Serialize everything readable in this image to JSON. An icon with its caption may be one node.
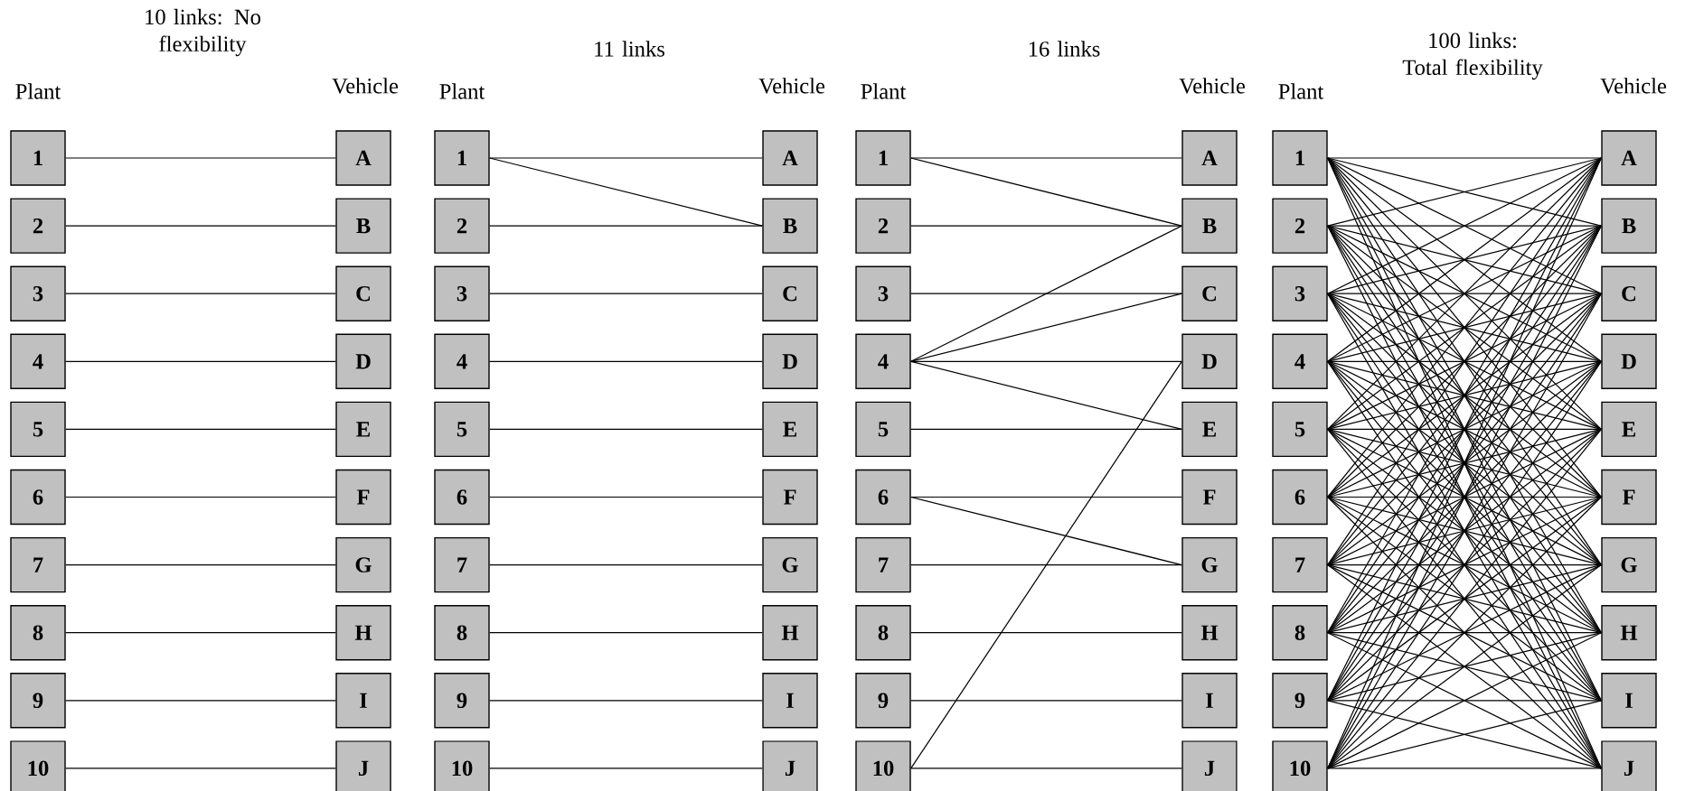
{
  "diagram": {
    "nodes": [
      {
        "text": [
          "1"
        ]
      },
      {
        "text": [
          "2"
        ]
      },
      {
        "text": [
          "3"
        ]
      },
      {
        "text": [
          "4"
        ]
      },
      {
        "text": [
          "5"
        ]
      },
      {
        "text": [
          "6"
        ]
      },
      {
        "text": [
          "7"
        ]
      },
      {
        "text": [
          "8"
        ]
      },
      {
        "text": [
          "9"
        ]
      },
      {
        "text": [
          "10"
        ]
      },
      {
        "text": [
          "A"
        ]
      },
      {
        "text": [
          "B"
        ]
      },
      {
        "text": [
          "C"
        ]
      },
      {
        "text": [
          "D"
        ]
      },
      {
        "text": [
          "E"
        ]
      },
      {
        "text": [
          "F"
        ]
      },
      {
        "text": [
          "G"
        ]
      },
      {
        "text": [
          "H"
        ]
      },
      {
        "text": [
          "I"
        ]
      },
      {
        "text": [
          "J"
        ]
      },
      {
        "text": [
          "1"
        ]
      },
      {
        "text": [
          "2"
        ]
      },
      {
        "text": [
          "3"
        ]
      },
      {
        "text": [
          "4"
        ]
      },
      {
        "text": [
          "5"
        ]
      },
      {
        "text": [
          "6"
        ]
      },
      {
        "text": [
          "7"
        ]
      },
      {
        "text": [
          "8"
        ]
      },
      {
        "text": [
          "9"
        ]
      },
      {
        "text": [
          "10"
        ]
      },
      {
        "text": [
          "A"
        ]
      },
      {
        "text": [
          "B"
        ]
      },
      {
        "text": [
          "C"
        ]
      },
      {
        "text": [
          "D"
        ]
      },
      {
        "text": [
          "E"
        ]
      },
      {
        "text": [
          "F"
        ]
      },
      {
        "text": [
          "G"
        ]
      },
      {
        "text": [
          "H"
        ]
      },
      {
        "text": [
          "I"
        ]
      },
      {
        "text": [
          "J"
        ]
      },
      {
        "text": [
          "1"
        ]
      },
      {
        "text": [
          "2"
        ]
      },
      {
        "text": [
          "3"
        ]
      },
      {
        "text": [
          "4"
        ]
      },
      {
        "text": [
          "5"
        ]
      },
      {
        "text": [
          "6"
        ]
      },
      {
        "text": [
          "7"
        ]
      },
      {
        "text": [
          "8"
        ]
      },
      {
        "text": [
          "9"
        ]
      },
      {
        "text": [
          "10"
        ]
      },
      {
        "text": [
          "A"
        ]
      },
      {
        "text": [
          "B"
        ]
      },
      {
        "text": [
          "C"
        ]
      },
      {
        "text": [
          "D"
        ]
      },
      {
        "text": [
          "E"
        ]
      },
      {
        "text": [
          "F"
        ]
      },
      {
        "text": [
          "G"
        ]
      },
      {
        "text": [
          "H"
        ]
      },
      {
        "text": [
          "I"
        ]
      },
      {
        "text": [
          "J"
        ]
      },
      {
        "text": [
          "1"
        ]
      },
      {
        "text": [
          "2"
        ]
      },
      {
        "text": [
          "3"
        ]
      },
      {
        "text": [
          "4"
        ]
      },
      {
        "text": [
          "5"
        ]
      },
      {
        "text": [
          "6"
        ]
      },
      {
        "text": [
          "7"
        ]
      },
      {
        "text": [
          "8"
        ]
      },
      {
        "text": [
          "9"
        ]
      },
      {
        "text": [
          "10"
        ]
      },
      {
        "text": [
          "A"
        ]
      },
      {
        "text": [
          "B"
        ]
      },
      {
        "text": [
          "C"
        ]
      },
      {
        "text": [
          "D"
        ]
      },
      {
        "text": [
          "E"
        ]
      },
      {
        "text": [
          "F"
        ]
      },
      {
        "text": [
          "G"
        ]
      },
      {
        "text": [
          "H"
        ]
      },
      {
        "text": [
          "I"
        ]
      },
      {
        "text": [
          "J"
        ]
      }
    ],
    "edges": [
      {
        "from": 0,
        "to": 10,
        "arrow": "none"
      },
      {
        "from": 1,
        "to": 11,
        "arrow": "none"
      },
      {
        "from": 2,
        "to": 12,
        "arrow": "none"
      },
      {
        "from": 3,
        "to": 13,
        "arrow": "none"
      },
      {
        "from": 4,
        "to": 14,
        "arrow": "none"
      },
      {
        "from": 5,
        "to": 15,
        "arrow": "none"
      },
      {
        "from": 6,
        "to": 16,
        "arrow": "none"
      },
      {
        "from": 7,
        "to": 17,
        "arrow": "none"
      },
      {
        "from": 8,
        "to": 18,
        "arrow": "none"
      },
      {
        "from": 9,
        "to": 19,
        "arrow": "none"
      },
      {
        "from": 20,
        "to": 30,
        "arrow": "none"
      },
      {
        "from": 20,
        "to": 31,
        "arrow": "none"
      },
      {
        "from": 21,
        "to": 31,
        "arrow": "none"
      },
      {
        "from": 22,
        "to": 32,
        "arrow": "none"
      },
      {
        "from": 23,
        "to": 33,
        "arrow": "none"
      },
      {
        "from": 24,
        "to": 34,
        "arrow": "none"
      },
      {
        "from": 25,
        "to": 35,
        "arrow": "none"
      },
      {
        "from": 26,
        "to": 36,
        "arrow": "none"
      },
      {
        "from": 27,
        "to": 37,
        "arrow": "none"
      },
      {
        "from": 28,
        "to": 38,
        "arrow": "none"
      },
      {
        "from": 29,
        "to": 39,
        "arrow": "none"
      },
      {
        "from": 40,
        "to": 50,
        "arrow": "none"
      },
      {
        "from": 40,
        "to": 51,
        "arrow": "none"
      },
      {
        "from": 41,
        "to": 51,
        "arrow": "none"
      },
      {
        "from": 42,
        "to": 52,
        "arrow": "none"
      },
      {
        "from": 43,
        "to": 51,
        "arrow": "none"
      },
      {
        "from": 43,
        "to": 52,
        "arrow": "none"
      },
      {
        "from": 43,
        "to": 53,
        "arrow": "none"
      },
      {
        "from": 43,
        "to": 54,
        "arrow": "none"
      },
      {
        "from": 44,
        "to": 54,
        "arrow": "none"
      },
      {
        "from": 45,
        "to": 55,
        "arrow": "none"
      },
      {
        "from": 45,
        "to": 56,
        "arrow": "none"
      },
      {
        "from": 46,
        "to": 56,
        "arrow": "none"
      },
      {
        "from": 47,
        "to": 57,
        "arrow": "none"
      },
      {
        "from": 48,
        "to": 58,
        "arrow": "none"
      },
      {
        "from": 49,
        "to": 53,
        "arrow": "none"
      },
      {
        "from": 49,
        "to": 59,
        "arrow": "none"
      },
      {
        "from": 60,
        "to": 70,
        "arrow": "none"
      },
      {
        "from": 60,
        "to": 71,
        "arrow": "none"
      },
      {
        "from": 60,
        "to": 72,
        "arrow": "none"
      },
      {
        "from": 60,
        "to": 73,
        "arrow": "none"
      },
      {
        "from": 60,
        "to": 74,
        "arrow": "none"
      },
      {
        "from": 60,
        "to": 75,
        "arrow": "none"
      },
      {
        "from": 60,
        "to": 76,
        "arrow": "none"
      },
      {
        "from": 60,
        "to": 77,
        "arrow": "none"
      },
      {
        "from": 60,
        "to": 78,
        "arrow": "none"
      },
      {
        "from": 60,
        "to": 79,
        "arrow": "none"
      },
      {
        "from": 61,
        "to": 70,
        "arrow": "none"
      },
      {
        "from": 61,
        "to": 71,
        "arrow": "none"
      },
      {
        "from": 61,
        "to": 72,
        "arrow": "none"
      },
      {
        "from": 61,
        "to": 73,
        "arrow": "none"
      },
      {
        "from": 61,
        "to": 74,
        "arrow": "none"
      },
      {
        "from": 61,
        "to": 75,
        "arrow": "none"
      },
      {
        "from": 61,
        "to": 76,
        "arrow": "none"
      },
      {
        "from": 61,
        "to": 77,
        "arrow": "none"
      },
      {
        "from": 61,
        "to": 78,
        "arrow": "none"
      },
      {
        "from": 61,
        "to": 79,
        "arrow": "none"
      },
      {
        "from": 62,
        "to": 70,
        "arrow": "none"
      },
      {
        "from": 62,
        "to": 71,
        "arrow": "none"
      },
      {
        "from": 62,
        "to": 72,
        "arrow": "none"
      },
      {
        "from": 62,
        "to": 73,
        "arrow": "none"
      },
      {
        "from": 62,
        "to": 74,
        "arrow": "none"
      },
      {
        "from": 62,
        "to": 75,
        "arrow": "none"
      },
      {
        "from": 62,
        "to": 76,
        "arrow": "none"
      },
      {
        "from": 62,
        "to": 77,
        "arrow": "none"
      },
      {
        "from": 62,
        "to": 78,
        "arrow": "none"
      },
      {
        "from": 62,
        "to": 79,
        "arrow": "none"
      },
      {
        "from": 63,
        "to": 70,
        "arrow": "none"
      },
      {
        "from": 63,
        "to": 71,
        "arrow": "none"
      },
      {
        "from": 63,
        "to": 72,
        "arrow": "none"
      },
      {
        "from": 63,
        "to": 73,
        "arrow": "none"
      },
      {
        "from": 63,
        "to": 74,
        "arrow": "none"
      },
      {
        "from": 63,
        "to": 75,
        "arrow": "none"
      },
      {
        "from": 63,
        "to": 76,
        "arrow": "none"
      },
      {
        "from": 63,
        "to": 77,
        "arrow": "none"
      },
      {
        "from": 63,
        "to": 78,
        "arrow": "none"
      },
      {
        "from": 63,
        "to": 79,
        "arrow": "none"
      },
      {
        "from": 64,
        "to": 70,
        "arrow": "none"
      },
      {
        "from": 64,
        "to": 71,
        "arrow": "none"
      },
      {
        "from": 64,
        "to": 72,
        "arrow": "none"
      },
      {
        "from": 64,
        "to": 73,
        "arrow": "none"
      },
      {
        "from": 64,
        "to": 74,
        "arrow": "none"
      },
      {
        "from": 64,
        "to": 75,
        "arrow": "none"
      },
      {
        "from": 64,
        "to": 76,
        "arrow": "none"
      },
      {
        "from": 64,
        "to": 77,
        "arrow": "none"
      },
      {
        "from": 64,
        "to": 78,
        "arrow": "none"
      },
      {
        "from": 64,
        "to": 79,
        "arrow": "none"
      },
      {
        "from": 65,
        "to": 70,
        "arrow": "none"
      },
      {
        "from": 65,
        "to": 71,
        "arrow": "none"
      },
      {
        "from": 65,
        "to": 72,
        "arrow": "none"
      },
      {
        "from": 65,
        "to": 73,
        "arrow": "none"
      },
      {
        "from": 65,
        "to": 74,
        "arrow": "none"
      },
      {
        "from": 65,
        "to": 75,
        "arrow": "none"
      },
      {
        "from": 65,
        "to": 76,
        "arrow": "none"
      },
      {
        "from": 65,
        "to": 77,
        "arrow": "none"
      },
      {
        "from": 65,
        "to": 78,
        "arrow": "none"
      },
      {
        "from": 65,
        "to": 79,
        "arrow": "none"
      },
      {
        "from": 66,
        "to": 70,
        "arrow": "none"
      },
      {
        "from": 66,
        "to": 71,
        "arrow": "none"
      },
      {
        "from": 66,
        "to": 72,
        "arrow": "none"
      },
      {
        "from": 66,
        "to": 73,
        "arrow": "none"
      },
      {
        "from": 66,
        "to": 74,
        "arrow": "none"
      },
      {
        "from": 66,
        "to": 75,
        "arrow": "none"
      },
      {
        "from": 66,
        "to": 76,
        "arrow": "none"
      },
      {
        "from": 66,
        "to": 77,
        "arrow": "none"
      },
      {
        "from": 66,
        "to": 78,
        "arrow": "none"
      },
      {
        "from": 66,
        "to": 79,
        "arrow": "none"
      },
      {
        "from": 67,
        "to": 70,
        "arrow": "none"
      },
      {
        "from": 67,
        "to": 71,
        "arrow": "none"
      },
      {
        "from": 67,
        "to": 72,
        "arrow": "none"
      },
      {
        "from": 67,
        "to": 73,
        "arrow": "none"
      },
      {
        "from": 67,
        "to": 74,
        "arrow": "none"
      },
      {
        "from": 67,
        "to": 75,
        "arrow": "none"
      },
      {
        "from": 67,
        "to": 76,
        "arrow": "none"
      },
      {
        "from": 67,
        "to": 77,
        "arrow": "none"
      },
      {
        "from": 67,
        "to": 78,
        "arrow": "none"
      },
      {
        "from": 67,
        "to": 79,
        "arrow": "none"
      },
      {
        "from": 68,
        "to": 70,
        "arrow": "none"
      },
      {
        "from": 68,
        "to": 71,
        "arrow": "none"
      },
      {
        "from": 68,
        "to": 72,
        "arrow": "none"
      },
      {
        "from": 68,
        "to": 73,
        "arrow": "none"
      },
      {
        "from": 68,
        "to": 74,
        "arrow": "none"
      },
      {
        "from": 68,
        "to": 75,
        "arrow": "none"
      },
      {
        "from": 68,
        "to": 76,
        "arrow": "none"
      },
      {
        "from": 68,
        "to": 77,
        "arrow": "none"
      },
      {
        "from": 68,
        "to": 78,
        "arrow": "none"
      },
      {
        "from": 68,
        "to": 79,
        "arrow": "none"
      },
      {
        "from": 69,
        "to": 70,
        "arrow": "none"
      },
      {
        "from": 69,
        "to": 71,
        "arrow": "none"
      },
      {
        "from": 69,
        "to": 72,
        "arrow": "none"
      },
      {
        "from": 69,
        "to": 73,
        "arrow": "none"
      },
      {
        "from": 69,
        "to": 74,
        "arrow": "none"
      },
      {
        "from": 69,
        "to": 75,
        "arrow": "none"
      },
      {
        "from": 69,
        "to": 76,
        "arrow": "none"
      },
      {
        "from": 69,
        "to": 77,
        "arrow": "none"
      },
      {
        "from": 69,
        "to": 78,
        "arrow": "none"
      },
      {
        "from": 69,
        "to": 79,
        "arrow": "none"
      }
    ],
    "labels": [
      "10 links: No flexibility",
      "11 links",
      "16 links",
      "100 links: Total flexibility",
      "Plant",
      "Vehicle",
      "Plant",
      "Vehicle",
      "Plant",
      "Vehicle",
      "Plant",
      "Vehicle"
    ]
  }
}
